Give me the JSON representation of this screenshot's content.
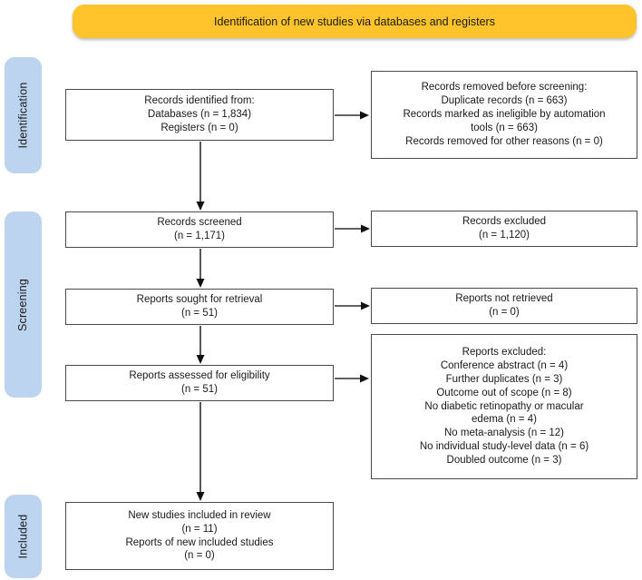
{
  "banner": {
    "label": "Identification of new studies via databases and registers"
  },
  "stages": [
    {
      "label": "Identification"
    },
    {
      "label": "Screening"
    },
    {
      "label": "Included"
    }
  ],
  "boxes": {
    "records_identified": {
      "text": "Records identified from:\nDatabases (n = 1,834)\nRegisters (n = 0)"
    },
    "records_removed": {
      "text": "Records removed before screening:\nDuplicate records (n = 663)\nRecords marked as ineligible by automation\ntools (n = 663)\nRecords removed for other reasons (n = 0)"
    },
    "records_screened": {
      "text": "Records screened\n(n = 1,171)"
    },
    "records_excluded": {
      "text": "Records excluded\n(n = 1,120)"
    },
    "reports_sought": {
      "text": "Reports sought for retrieval\n(n = 51)"
    },
    "reports_not_retrieved": {
      "text": "Reports not retrieved\n(n = 0)"
    },
    "reports_assessed": {
      "text": "Reports assessed for eligibility\n(n = 51)"
    },
    "reports_excluded": {
      "text": "Reports excluded:\nConference abstract (n = 4)\nFurther duplicates (n = 3)\nOutcome out of scope (n = 8)\nNo diabetic retinopathy or macular\nedema (n = 4)\nNo meta-analysis (n = 12)\nNo individual study-level data (n = 6)\nDoubled outcome (n = 3)"
    },
    "new_studies_included": {
      "text": "New studies included in review\n(n = 11)\nReports of new included studies\n(n = 0)"
    }
  },
  "colors": {
    "banner_bg": "#FFC32B",
    "stage_bg": "#BCD4EF",
    "box_border": "#4a4a4a",
    "arrow": "#2e2e2e"
  }
}
